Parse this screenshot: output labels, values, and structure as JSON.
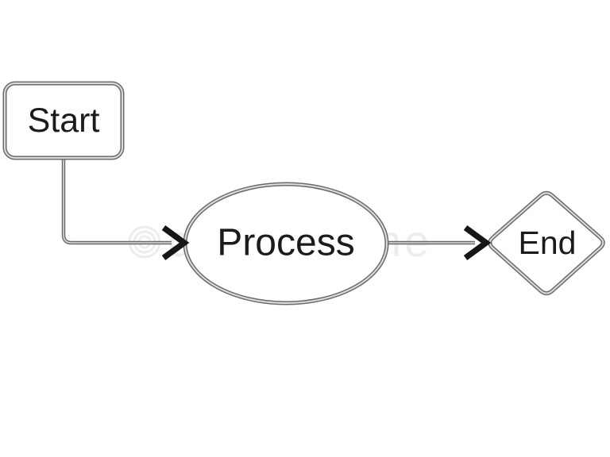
{
  "diagram": {
    "nodes": {
      "start": {
        "label": "Start",
        "shape": "rounded-rectangle"
      },
      "process": {
        "label": "Process",
        "shape": "ellipse"
      },
      "end": {
        "label": "End",
        "shape": "rounded-diamond"
      }
    },
    "edges": [
      {
        "from": "start",
        "to": "process",
        "style": "elbow-arrow-right"
      },
      {
        "from": "process",
        "to": "end",
        "style": "straight-arrow-right"
      }
    ],
    "colors": {
      "background": "#ffffff",
      "node_fill": "#ffffff",
      "node_border_outer": "#6b6b6b",
      "node_border_inner": "#dcdcdc",
      "connector_outer": "#6b6b6b",
      "connector_inner": "#d9d9d9",
      "arrowhead": "#161616",
      "label_text": "#1b1b1b",
      "watermark": "#ededed"
    }
  },
  "watermark": {
    "text": "dreamstime"
  }
}
